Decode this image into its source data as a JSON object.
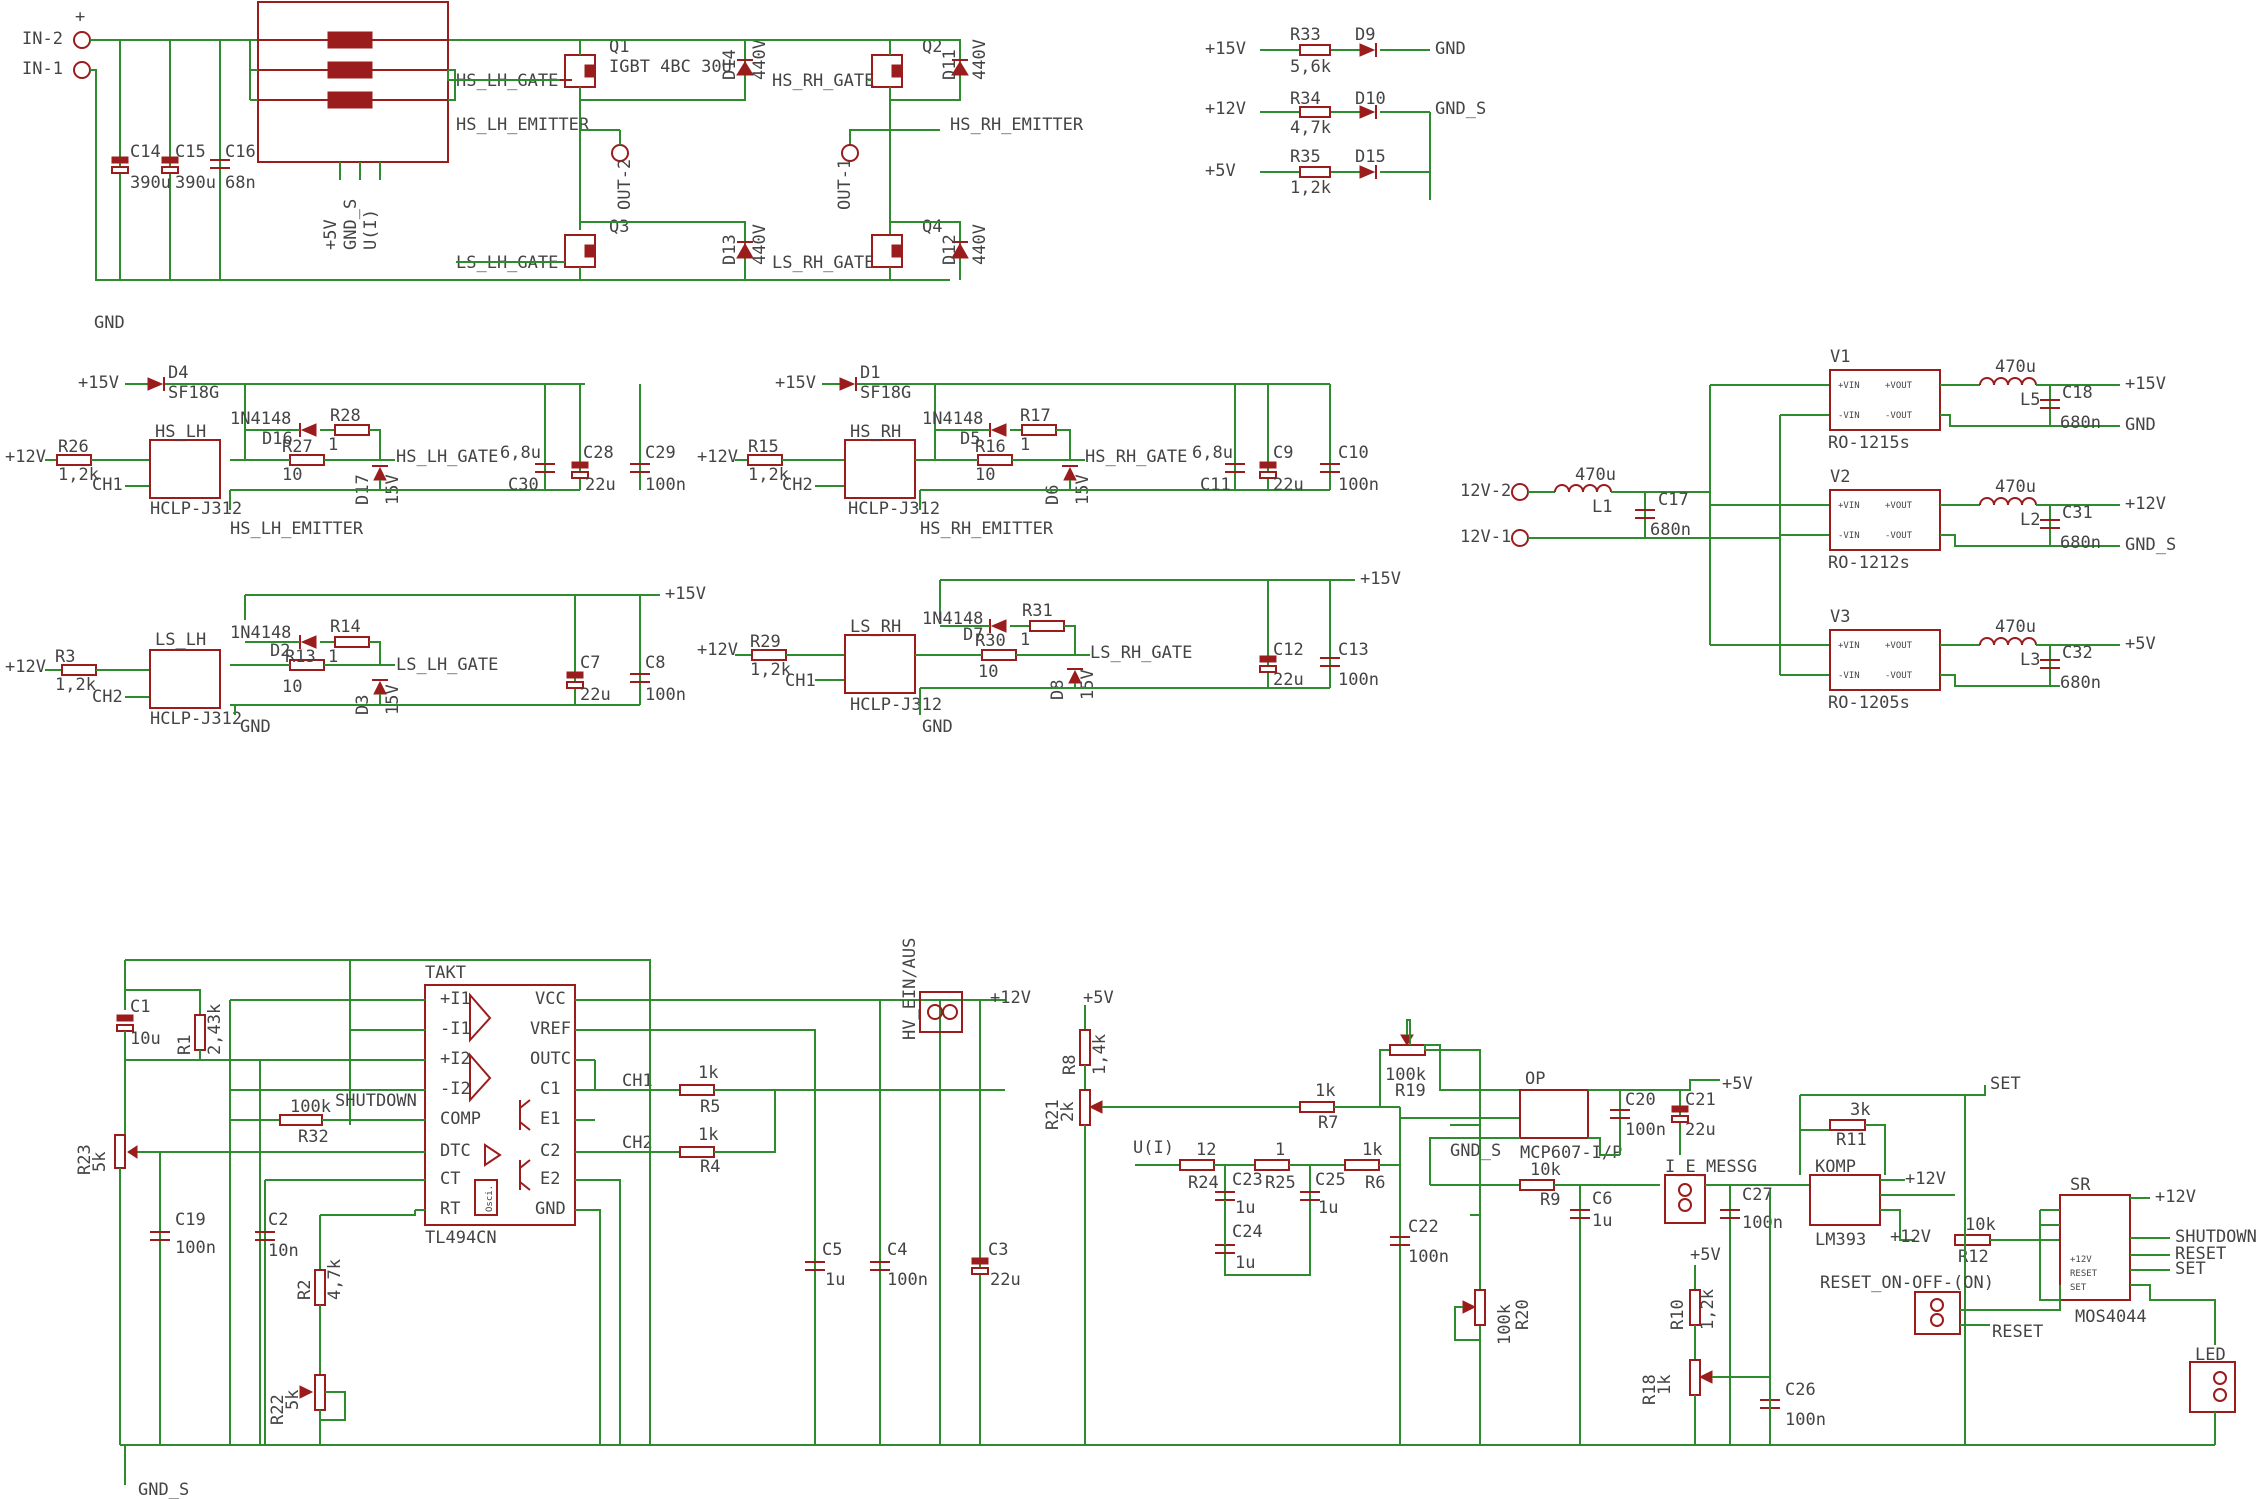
{
  "labels": {
    "in2": "IN-2",
    "in1": "IN-1",
    "plus": "+",
    "gnd_top": "GND",
    "hs_lh_gate": "HS_LH_GATE",
    "hs_lh_emitter": "HS_LH_EMITTER",
    "ls_lh_gate": "LS_LH_GATE",
    "hs_rh_gate": "HS_RH_GATE",
    "hs_rh_emitter": "HS_RH_EMITTER",
    "ls_rh_gate": "LS_RH_GATE",
    "out2": "OUT-2",
    "out1": "OUT-1",
    "q1": "Q1",
    "q1v": "IGBT 4BC 30U",
    "q2": "Q2",
    "q3": "Q3",
    "q4": "Q4",
    "d14": "D14",
    "d14v": "440V",
    "d11": "D11",
    "d11v": "440V",
    "d13": "D13",
    "d13v": "440V",
    "d12": "D12",
    "d12v": "440V",
    "c14": "C14",
    "c14v": "390u",
    "c15": "C15",
    "c15v": "390u",
    "c16": "C16",
    "c16v": "68n",
    "hdr_p5v": "+5V",
    "hdr_gnds": "GND_S",
    "hdr_ui": "U(I)",
    "t_v15": "+15V",
    "t_v12": "+12V",
    "t_v5": "+5V",
    "r33": "R33",
    "r33v": "5,6k",
    "r34": "R34",
    "r34v": "4,7k",
    "r35": "R35",
    "r35v": "1,2k",
    "d9": "D9",
    "d10": "D10",
    "d15": "D15",
    "t_gnd": "GND",
    "t_gnds": "GND_S",
    "v15": "+15V",
    "v12": "+12V",
    "v5": "+5V",
    "gnd": "GND",
    "gnds": "GND_S",
    "ch1": "CH1",
    "ch2": "CH2",
    "hclp": "HCLP-J312",
    "d4": "D4",
    "sf18g": "SF18G",
    "d1": "D1",
    "n4148": "1N4148",
    "hs_lh": "HS_LH",
    "hs_rh": "HS_RH",
    "ls_lh": "LS_LH",
    "ls_rh": "LS_RH",
    "r26": "R26",
    "r26v": "1,2k",
    "r15": "R15",
    "r15v": "1,2k",
    "r3": "R3",
    "r3v": "1,2k",
    "r29": "R29",
    "r29v": "1,2k",
    "r28": "R28",
    "r27": "R27",
    "r17": "R17",
    "r16": "R16",
    "r14": "R14",
    "r13": "R13",
    "r31": "R31",
    "r30": "R30",
    "v10": "10",
    "v1": "1",
    "v15z": "15V",
    "d16": "D16",
    "d17": "D17",
    "d5": "D5",
    "d6": "D6",
    "d2": "D2",
    "d3": "D3",
    "d7": "D7",
    "d8": "D8",
    "c30": "C30",
    "c30v": "6,8u",
    "c28": "C28",
    "c28v": "22u",
    "c29": "C29",
    "c29v": "100n",
    "c11": "C11",
    "c11v": "6,8u",
    "c9": "C9",
    "c9v": "22u",
    "c10": "C10",
    "c10v": "100n",
    "c7": "C7",
    "c7v": "22u",
    "c8": "C8",
    "c8v": "100n",
    "c12": "C12",
    "c12v": "22u",
    "c13": "C13",
    "c13v": "100n",
    "v1lbl": "V1",
    "v2lbl": "V2",
    "v3lbl": "V3",
    "vin_p": "+VIN",
    "vout_p": "+VOUT",
    "vin_m": "-VIN",
    "vout_m": "-VOUT",
    "ro1215": "RO-1215s",
    "ro1212": "RO-1212s",
    "ro1205": "RO-1205s",
    "u470": "470u",
    "l1": "L1",
    "l2": "L2",
    "l3": "L3",
    "l5": "L5",
    "c17": "C17",
    "c17v": "680n",
    "c18": "C18",
    "c18v": "680n",
    "c31": "C31",
    "c31v": "680n",
    "c32": "C32",
    "c32v": "680n",
    "in12v2": "12V-2",
    "in12v1": "12V-1",
    "takt": "TAKT",
    "tl494": "TL494CN",
    "p_i1p": "+I1",
    "p_i1m": "-I1",
    "p_i2p": "+I2",
    "p_i2m": "-I2",
    "p_comp": "COMP",
    "p_dtc": "DTC",
    "p_ct": "CT",
    "p_rt": "RT",
    "p_vcc": "VCC",
    "p_vref": "VREF",
    "p_outc": "OUTC",
    "p_c1": "C1",
    "p_e1": "E1",
    "p_c2": "C2",
    "p_e2": "E2",
    "p_gnd": "GND",
    "osci": "Osci.",
    "shutdown": "SHUTDOWN",
    "c1": "C1",
    "c1v": "10u",
    "r1": "R1",
    "r1v": "2,43k",
    "r23": "R23",
    "r23v": "5k",
    "r32": "R32",
    "r32v": "100k",
    "c19": "C19",
    "c19v": "100n",
    "c2": "C2",
    "c2v": "10n",
    "r2": "R2",
    "r2v": "4,7k",
    "r22": "R22",
    "r22v": "5k",
    "r5": "R5",
    "r4": "R4",
    "v1k": "1k",
    "c5": "C5",
    "c5v": "1u",
    "c4": "C4",
    "c4v": "100n",
    "c3": "C3",
    "c3v": "22u",
    "hv_ein": "HV_EIN/AUS",
    "r8": "R8",
    "r8v": "1,4k",
    "r21": "R21",
    "r21v": "2k",
    "r7": "R7",
    "ui": "U(I)",
    "r24": "R24",
    "v12n": "12",
    "r25": "R25",
    "r6": "R6",
    "c23": "C23",
    "c23v": "1u",
    "c25": "C25",
    "c25v": "1u",
    "c24": "C24",
    "c24v": "1u",
    "r19": "R19",
    "r19v": "100k",
    "op": "OP",
    "mcp": "MCP607-I/P",
    "v10k": "10k",
    "c20": "C20",
    "c20v": "100n",
    "c21": "C21",
    "c21v": "22u",
    "r9": "R9",
    "c6": "C6",
    "c6v": "1u",
    "c22": "C22",
    "c22v": "100n",
    "r20": "R20",
    "r20v": "100k",
    "i_e_messg": "I_E_MESSG",
    "c27": "C27",
    "c27v": "100n",
    "komp": "KOMP",
    "lm393": "LM393",
    "r11": "R11",
    "r11v": "3k",
    "r10": "R10",
    "r10v": "1,2k",
    "r18": "R18",
    "r18v": "1k",
    "c26": "C26",
    "c26v": "100n",
    "r12": "R12",
    "set": "SET",
    "sr": "SR",
    "mos": "MOS4044",
    "reset": "RESET",
    "reset_on": "RESET_ON-OFF-(ON)",
    "led": "LED",
    "p12v_s": "+12V",
    "reset_s": "RESET",
    "set_s": "SET",
    "gnd_s_bottom": "GND_S"
  },
  "colors": {
    "wire": "#2e8b2e",
    "part": "#9b1c1c",
    "text": "#444444",
    "background": "#ffffff"
  }
}
